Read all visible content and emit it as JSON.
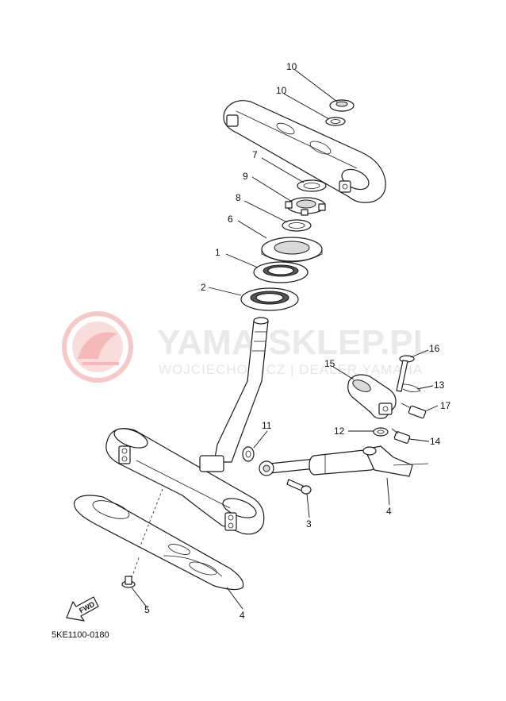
{
  "watermark": {
    "brand": "YAMA-SKLEP.PL",
    "subtitle": "WOJCIECHOWICZ | DEALER YAMAHA"
  },
  "diagram": {
    "catalog_code": "5KE1100-0180",
    "fwd_label": "FWD",
    "callouts": [
      "1",
      "2",
      "3",
      "4",
      "4",
      "5",
      "6",
      "7",
      "8",
      "9",
      "10",
      "10",
      "11",
      "12",
      "13",
      "14",
      "15",
      "16",
      "17"
    ]
  }
}
